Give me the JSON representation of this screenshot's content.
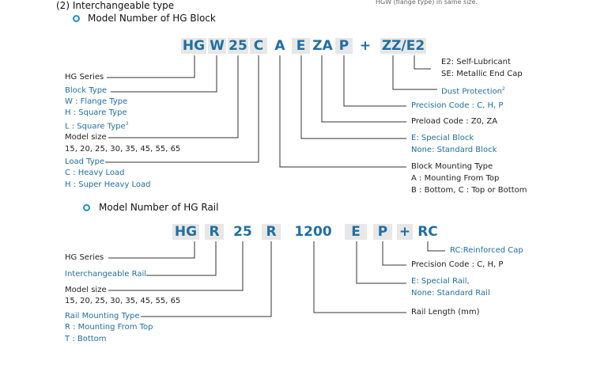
{
  "header": {
    "section_title": "(2) Interchangeable type",
    "top_note": "HGW (flange type) in same size."
  },
  "block": {
    "title": "Model Number of HG Block",
    "codes": [
      "HG",
      "W",
      "25",
      "C",
      "A",
      "E",
      "ZA",
      "P",
      "+",
      "ZZ/E2"
    ],
    "left_labels": {
      "series": "HG Series",
      "block_type": "Block  Type",
      "block_type_w": "W : Flange  Type",
      "block_type_h": "H : Square Type",
      "block_type_l": "L : Square Type",
      "block_type_l_sup": "3",
      "model_size": "Model size",
      "model_size_values": "15, 20, 25, 30, 35, 45, 55, 65",
      "load_type": "Load Type",
      "load_type_c": "C : Heavy Load",
      "load_type_h": "H : Super Heavy Load"
    },
    "right_labels": {
      "e2": "E2: Self-Lubricant",
      "se": "SE: Metallic End Cap",
      "dust": "Dust Protection",
      "dust_sup": "2",
      "precision": "Precision Code : C, H, P",
      "preload": "Preload Code : Z0, ZA",
      "special_e": "E: Special Block",
      "special_none": "None: Standard Block",
      "mounting": "Block Mounting Type",
      "mounting_a": "A : Mounting From Top",
      "mounting_b": "B : Bottom, C : Top or Bottom"
    }
  },
  "rail": {
    "title": "Model Number of HG Rail",
    "codes": [
      "HG",
      "R",
      "25",
      "R",
      "1200",
      "E",
      "P",
      "+",
      "RC"
    ],
    "left_labels": {
      "series": "HG Series",
      "interchangeable": "Interchangeable Rail",
      "model_size": "Model size",
      "model_size_values": "15, 20, 25, 30, 35, 45, 55, 65",
      "mounting": "Rail Mounting Type",
      "mounting_r": "R : Mounting From Top",
      "mounting_t": "T : Bottom"
    },
    "right_labels": {
      "rc": "RC:Reinforced Cap",
      "precision": "Precision Code : C, H, P",
      "special_e": "E: Special Rail,",
      "special_none": "None: Standard Rail",
      "length": "Rail Length (mm)"
    }
  }
}
